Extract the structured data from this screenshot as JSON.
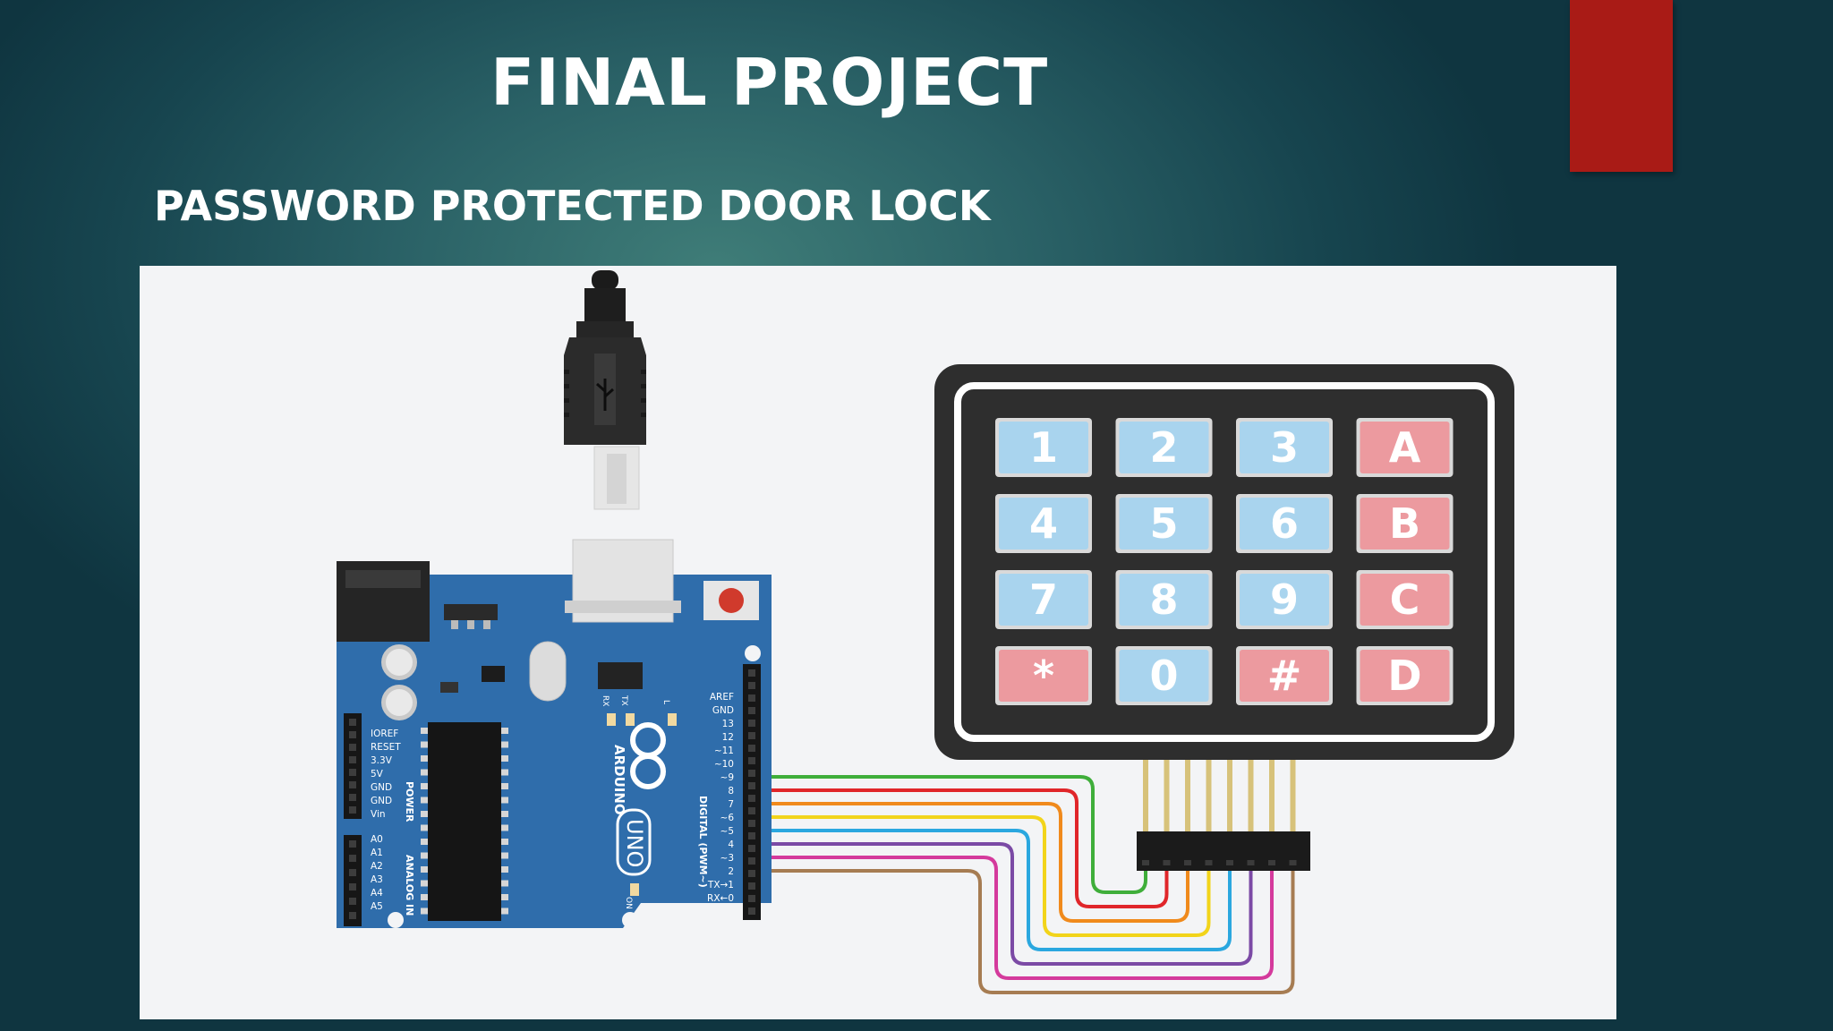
{
  "slide": {
    "title": "FINAL PROJECT",
    "subtitle": "PASSWORD PROTECTED DOOR LOCK",
    "accent_color": "#a91b16"
  },
  "arduino": {
    "brand": "ARDUINO",
    "model": "UNO",
    "power_header_title": "POWER",
    "analog_header_title": "ANALOG IN",
    "digital_header_title": "DIGITAL (PWM~)",
    "tx_led": "TX",
    "rx_led": "RX",
    "l_led": "L",
    "on_led": "ON",
    "power_pins": [
      "IOREF",
      "RESET",
      "3.3V",
      "5V",
      "GND",
      "GND",
      "Vin"
    ],
    "analog_pins": [
      "A0",
      "A1",
      "A2",
      "A3",
      "A4",
      "A5"
    ],
    "digital_pins": [
      "AREF",
      "GND",
      "13",
      "12",
      "~11",
      "~10",
      "~9",
      "8",
      "7",
      "~6",
      "~5",
      "4",
      "~3",
      "2",
      "TX→1",
      "RX←0"
    ],
    "board_color": "#2f6dab"
  },
  "keypad": {
    "rows": [
      [
        {
          "label": "1",
          "kind": "num"
        },
        {
          "label": "2",
          "kind": "num"
        },
        {
          "label": "3",
          "kind": "num"
        },
        {
          "label": "A",
          "kind": "fn"
        }
      ],
      [
        {
          "label": "4",
          "kind": "num"
        },
        {
          "label": "5",
          "kind": "num"
        },
        {
          "label": "6",
          "kind": "num"
        },
        {
          "label": "B",
          "kind": "fn"
        }
      ],
      [
        {
          "label": "7",
          "kind": "num"
        },
        {
          "label": "8",
          "kind": "num"
        },
        {
          "label": "9",
          "kind": "num"
        },
        {
          "label": "C",
          "kind": "fn"
        }
      ],
      [
        {
          "label": "*",
          "kind": "fn"
        },
        {
          "label": "0",
          "kind": "num"
        },
        {
          "label": "#",
          "kind": "fn"
        },
        {
          "label": "D",
          "kind": "fn"
        }
      ]
    ],
    "num_key_color": "#a9d4ee",
    "fn_key_color": "#ec9a9f"
  },
  "wires": [
    {
      "from_pin": "~9",
      "color": "#3fae3a"
    },
    {
      "from_pin": "8",
      "color": "#e0262a"
    },
    {
      "from_pin": "7",
      "color": "#f08a1c"
    },
    {
      "from_pin": "~6",
      "color": "#f2d41a"
    },
    {
      "from_pin": "~5",
      "color": "#2aa7df"
    },
    {
      "from_pin": "4",
      "color": "#7b4aa5"
    },
    {
      "from_pin": "~3",
      "color": "#d43a9c"
    },
    {
      "from_pin": "2",
      "color": "#a67c52"
    }
  ]
}
